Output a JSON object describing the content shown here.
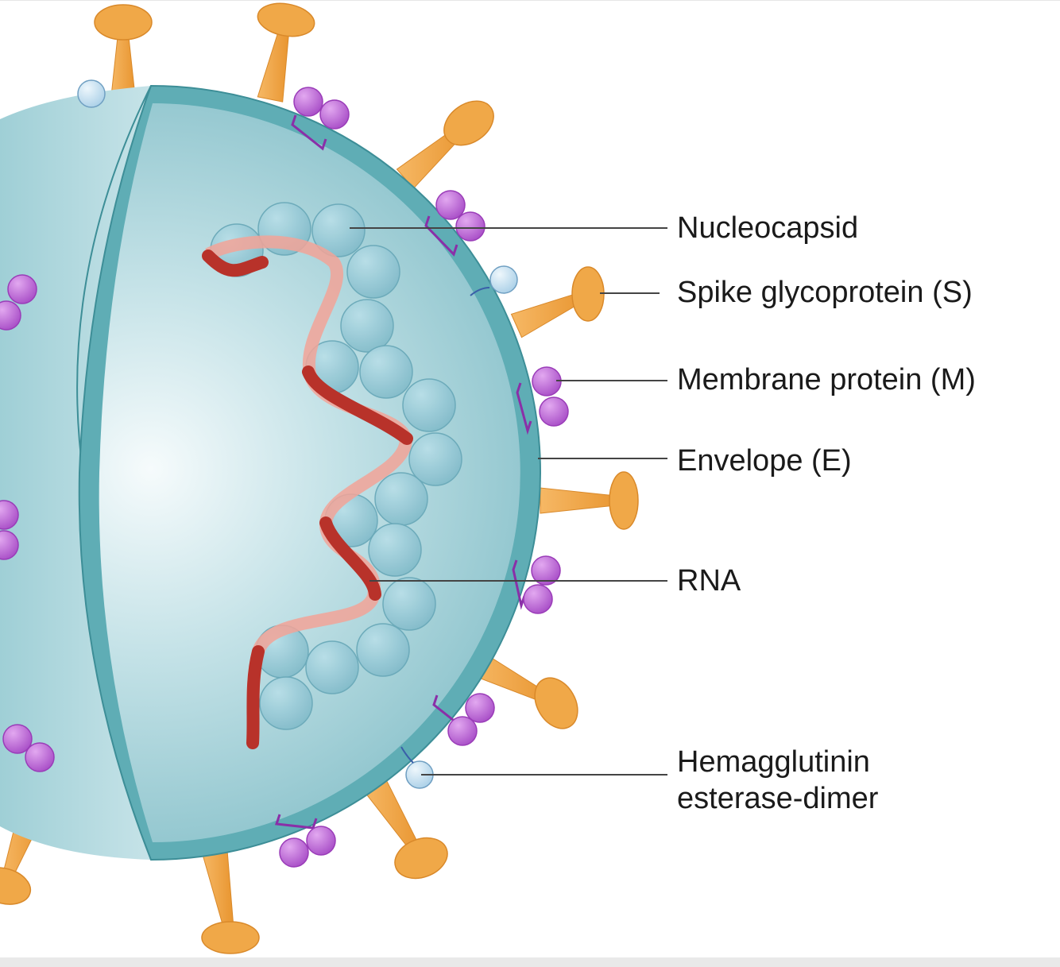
{
  "labels": {
    "nucleocapsid": "Nucleocapsid",
    "spike": "Spike glycoprotein (S)",
    "membrane": "Membrane protein (M)",
    "envelope": "Envelope (E)",
    "rna": "RNA",
    "he_line1": "Hemagglutinin",
    "he_line2": "esterase-dimer"
  },
  "colors": {
    "envelope_fill": "#a9d4da",
    "envelope_rim": "#5fadb5",
    "nucleocapsid_bead": "#8fc6d6",
    "spike": "#f0a848",
    "membrane_protein": "#b65ad0",
    "hemagglutinin": "#c3def0",
    "rna_dark": "#b8322a",
    "rna_light": "#f2a398",
    "leader_line": "#444444"
  }
}
